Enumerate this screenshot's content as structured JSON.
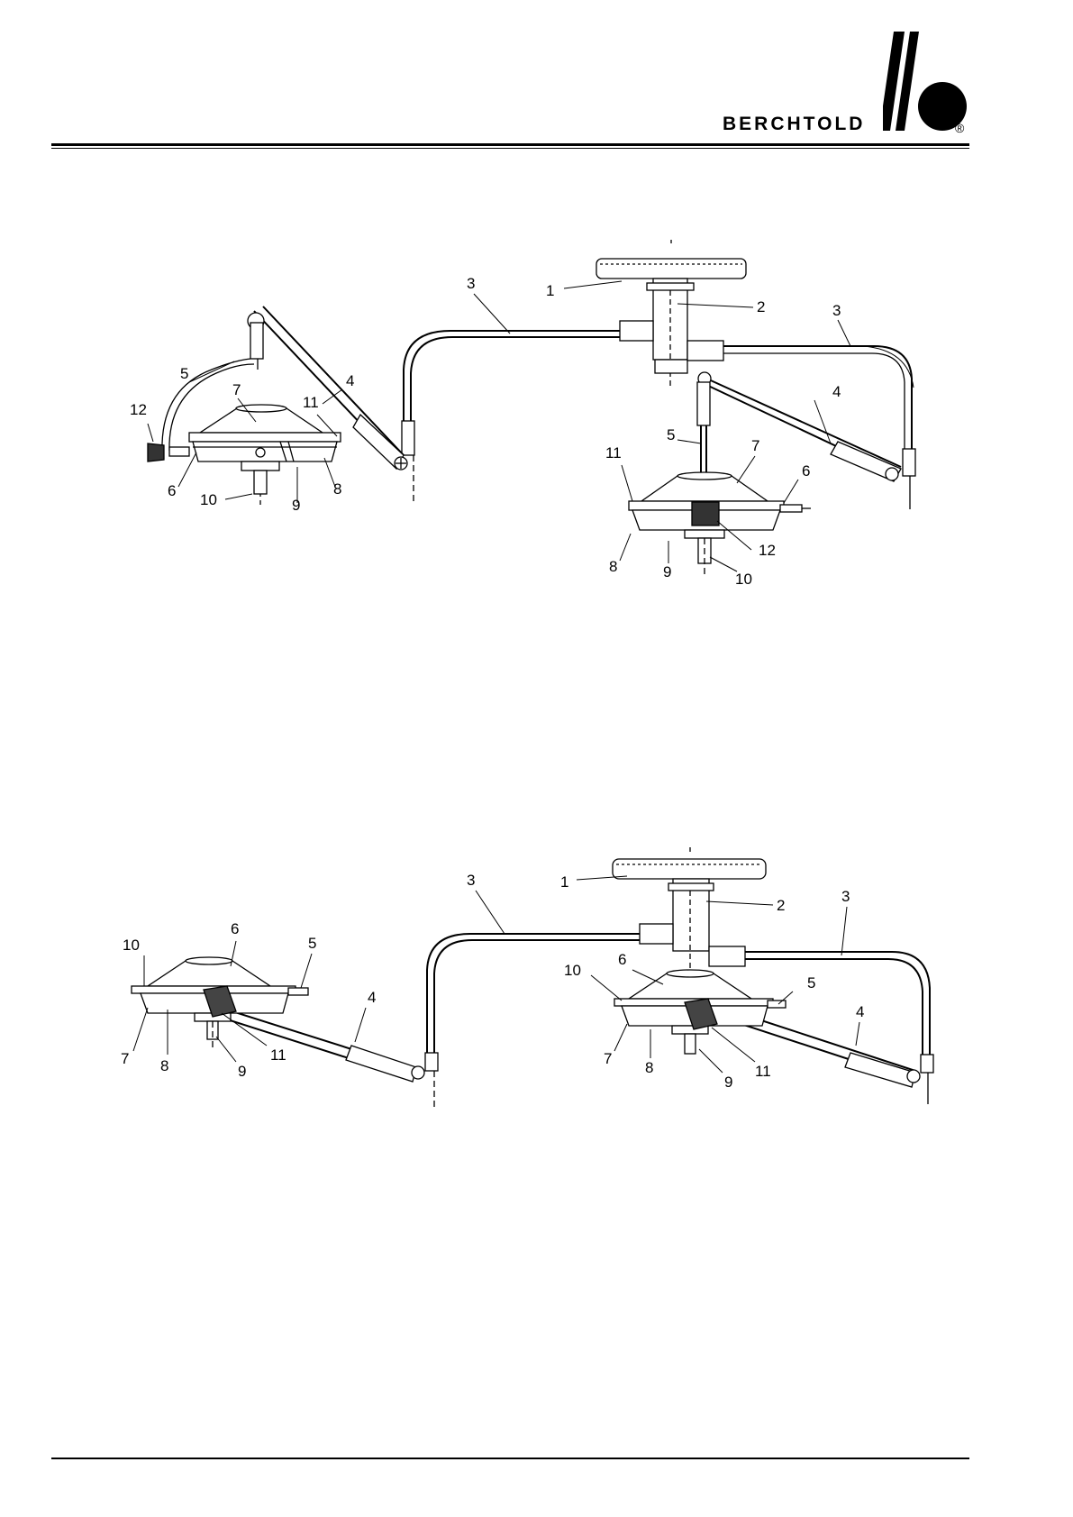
{
  "brand": {
    "name": "BERCHTOLD",
    "reg_mark": "®"
  },
  "figure_top": {
    "labels": [
      "1",
      "2",
      "3",
      "3",
      "4",
      "4",
      "5",
      "5",
      "6",
      "6",
      "7",
      "7",
      "8",
      "8",
      "9",
      "9",
      "10",
      "10",
      "11",
      "11",
      "12",
      "12"
    ]
  },
  "figure_bottom": {
    "labels": [
      "1",
      "2",
      "3",
      "3",
      "4",
      "4",
      "5",
      "5",
      "6",
      "6",
      "7",
      "7",
      "8",
      "8",
      "9",
      "9",
      "10",
      "10",
      "11",
      "11"
    ]
  }
}
